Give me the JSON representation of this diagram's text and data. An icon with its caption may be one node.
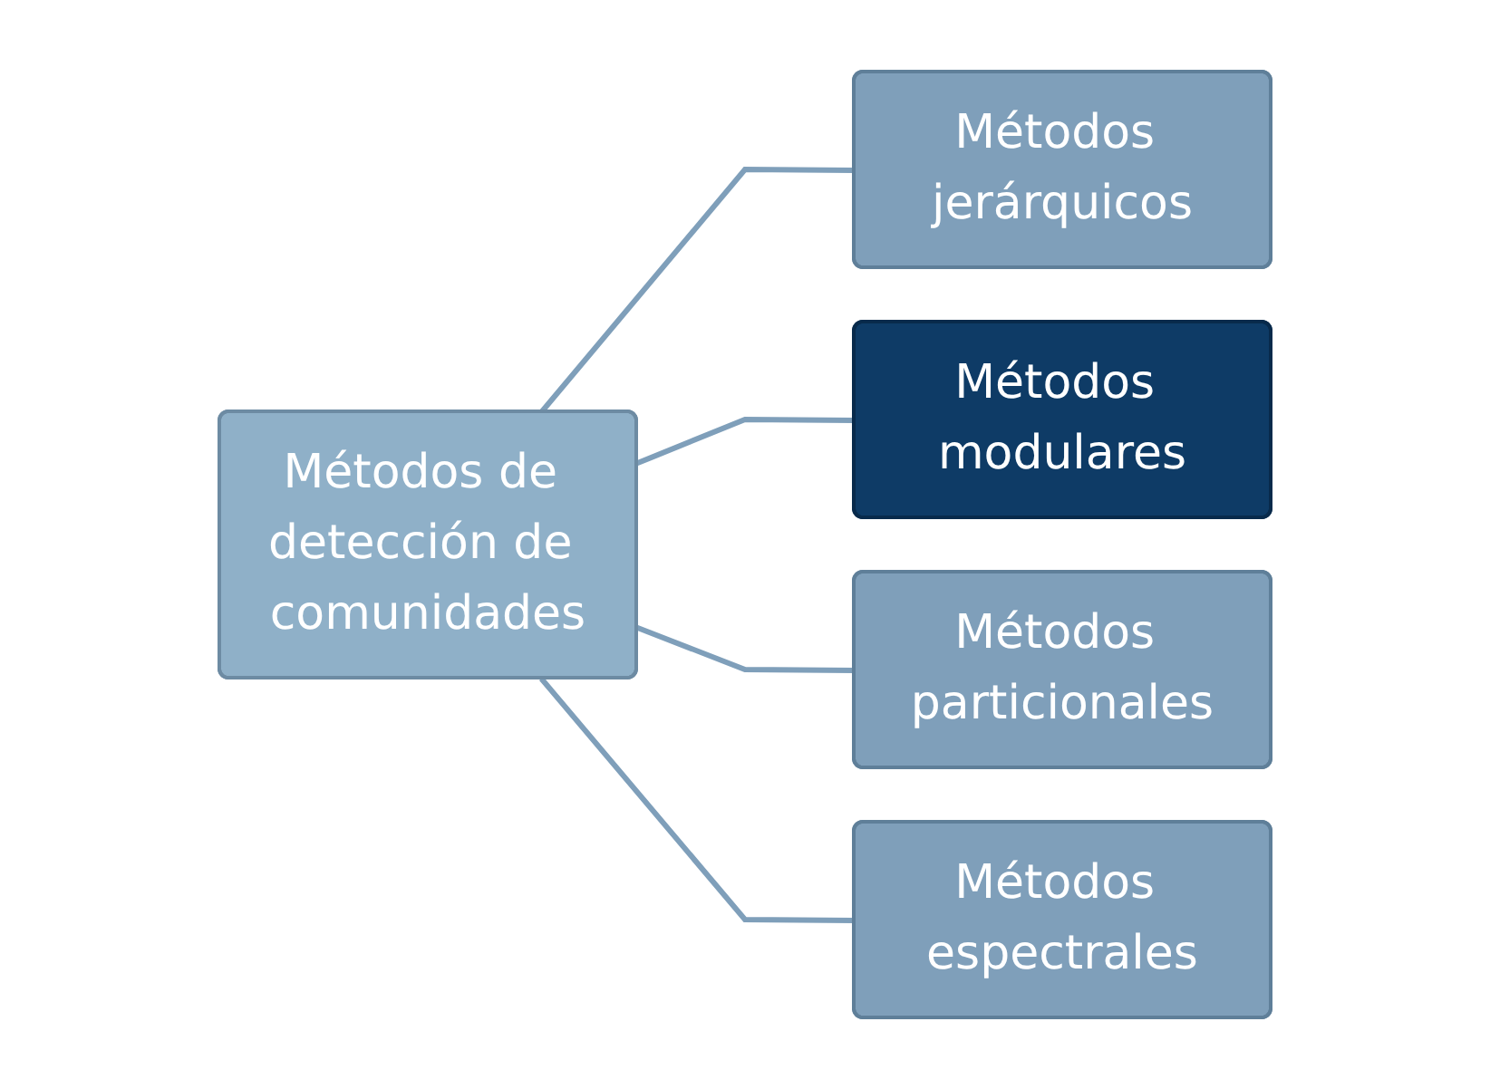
{
  "diagram": {
    "nodes": [
      {
        "text": [
          "Métodos de detección de comunidades"
        ]
      },
      {
        "text": [
          "Métodos jerárquicos"
        ]
      },
      {
        "text": [
          "Métodos modulares"
        ]
      },
      {
        "text": [
          "Métodos particionales"
        ]
      },
      {
        "text": [
          "Métodos espectrales"
        ]
      }
    ],
    "edges": [
      {
        "from": 0,
        "to": 1,
        "arrow": "none"
      },
      {
        "from": 0,
        "to": 2,
        "arrow": "none"
      },
      {
        "from": 0,
        "to": 3,
        "arrow": "none"
      },
      {
        "from": 0,
        "to": 4,
        "arrow": "none"
      }
    ]
  }
}
